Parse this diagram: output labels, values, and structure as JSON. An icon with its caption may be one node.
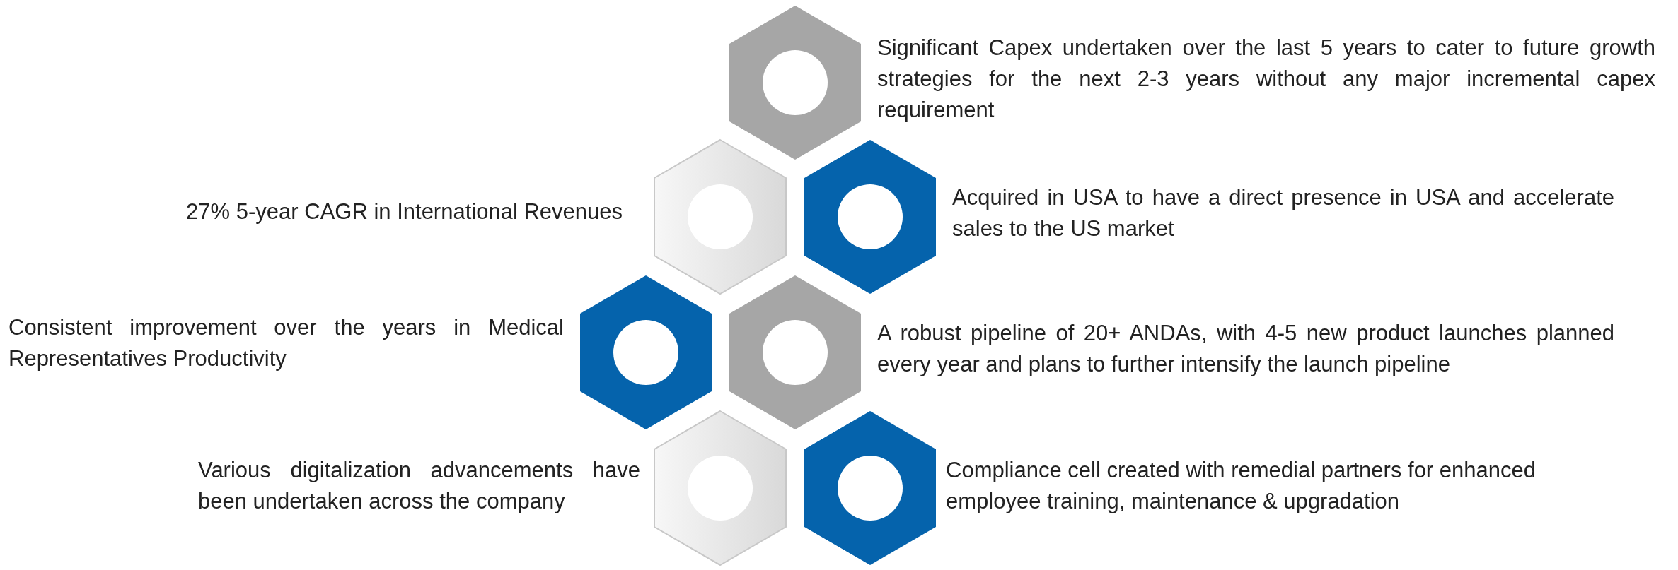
{
  "diagram": {
    "nodes": [
      {
        "text": [],
        "shape": "hexagon",
        "beside": [
          "Significant Capex undertaken over the last 5 years to cater to future growth strategies for the next 2-3 years without any major incremental capex requirement"
        ]
      },
      {
        "text": [],
        "shape": "hexagon",
        "beside": [
          "27% 5-year CAGR in International Revenues"
        ]
      },
      {
        "text": [],
        "shape": "hexagon",
        "beside": [
          "Acquired in USA to have a direct presence in USA and accelerate sales to the US market"
        ]
      },
      {
        "text": [],
        "shape": "hexagon",
        "beside": [
          "Consistent improvement over the years in Medical Representatives Productivity"
        ]
      },
      {
        "text": [],
        "shape": "hexagon",
        "beside": [
          "A robust pipeline of 20+ ANDAs, with 4-5 new product launches planned every year and plans to further intensify the launch pipeline"
        ]
      },
      {
        "text": [],
        "shape": "hexagon",
        "beside": [
          "Various digitalization advancements have been undertaken across the company"
        ]
      },
      {
        "text": [],
        "shape": "hexagon",
        "beside": [
          "Compliance cell created with remedial partners for enhanced employee training, maintenance & upgradation"
        ]
      }
    ]
  }
}
